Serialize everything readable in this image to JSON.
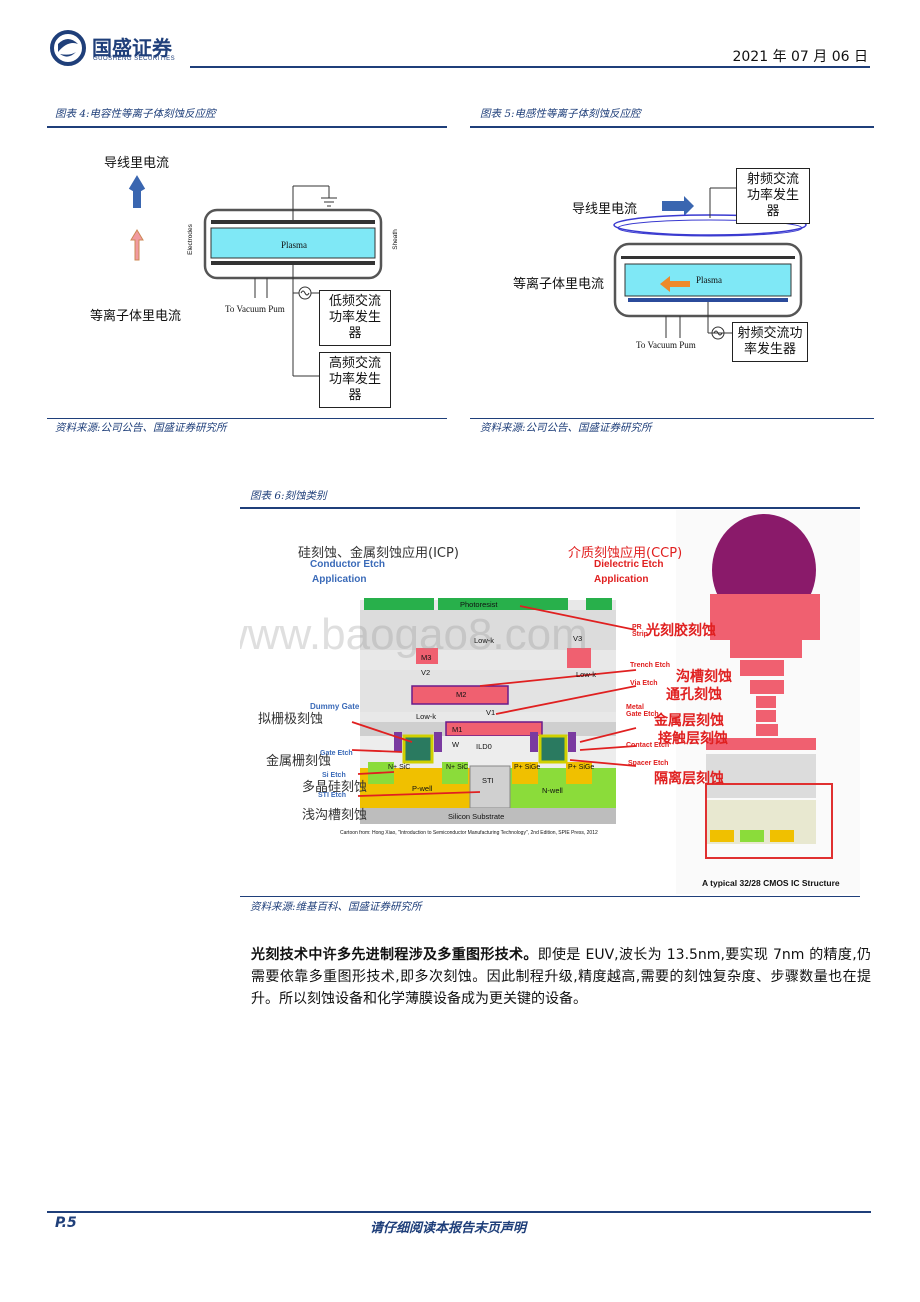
{
  "header": {
    "logo_cn": "国盛证券",
    "logo_en": "GUOSHENG SECURITIES",
    "date": "2021 年 07 月 06 日"
  },
  "fig4": {
    "title": "图表 4:电容性等离子体刻蚀反应腔",
    "source": "资料来源:公司公告、国盛证券研究所",
    "wire_current": "导线里电流",
    "plasma_current": "等离子体里电流",
    "plasma": "Plasma",
    "electrodes": "Electrodes",
    "sheath": "Sheath",
    "vacuum": "To Vacuum Pum",
    "low_freq": "低频交流功率发生器",
    "high_freq": "高频交流功率发生器"
  },
  "fig5": {
    "title": "图表 5:电感性等离子体刻蚀反应腔",
    "source": "资料来源:公司公告、国盛证券研究所",
    "wire_current": "导线里电流",
    "plasma_current": "等离子体里电流",
    "plasma": "Plasma",
    "vacuum": "To Vacuum Pum",
    "rf_top": "射频交流功率发生器",
    "rf_bottom": "射频交流功率发生器"
  },
  "fig6": {
    "title": "图表 6:刻蚀类别",
    "source": "资料来源:维基百科、国盛证券研究所",
    "icp_cn": "硅刻蚀、金属刻蚀应用(ICP)",
    "icp_en1": "Conductor Etch",
    "icp_en2": "Application",
    "ccp_cn": "介质刻蚀应用(CCP)",
    "ccp_en1": "Dielectric Etch",
    "ccp_en2": "Application",
    "cn_labels": [
      "光刻胶刻蚀",
      "沟槽刻蚀",
      "通孔刻蚀",
      "金属层刻蚀",
      "接触层刻蚀",
      "隔离层刻蚀"
    ],
    "left_cn_labels": [
      "拟栅极刻蚀",
      "金属栅刻蚀",
      "多晶硅刻蚀",
      "浅沟槽刻蚀"
    ],
    "en_labels": [
      "PR Strip",
      "Trench Etch",
      "Via Etch",
      "Metal Gate Etch",
      "Contact Etch",
      "Spacer Etch"
    ],
    "left_en_labels": [
      "Dummy Gate",
      "Gate Etch",
      "Si Etch",
      "STI Etch"
    ],
    "layers": [
      "Photoresist",
      "Low-k",
      "V3",
      "M3",
      "V2",
      "Low-k",
      "M2",
      "Low-k",
      "V1",
      "M1",
      "ILD0",
      "N+ SiC",
      "N+ SiC",
      "W",
      "STI",
      "P+ SiGe",
      "P+ SiGe",
      "P-well",
      "N-well",
      "Silicon Substrate"
    ],
    "credit": "Cartoon from: Hong Xiao, \"Introduction to Semiconductor Manufacturing Technology\", 2nd Edition, SPIE Press, 2012",
    "right_caption": "A typical 32/28 CMOS IC Structure",
    "watermark": "www.baogao8.com"
  },
  "paragraph": {
    "bold": "光刻技术中许多先进制程涉及多重图形技术。",
    "text": "即使是 EUV,波长为 13.5nm,要实现 7nm 的精度,仍需要依靠多重图形技术,即多次刻蚀。因此制程升级,精度越高,需要的刻蚀复杂度、步骤数量也在提升。所以刻蚀设备和化学薄膜设备成为更关键的设备。"
  },
  "footer": {
    "page": "P.5",
    "notice": "请仔细阅读本报告末页声明"
  }
}
